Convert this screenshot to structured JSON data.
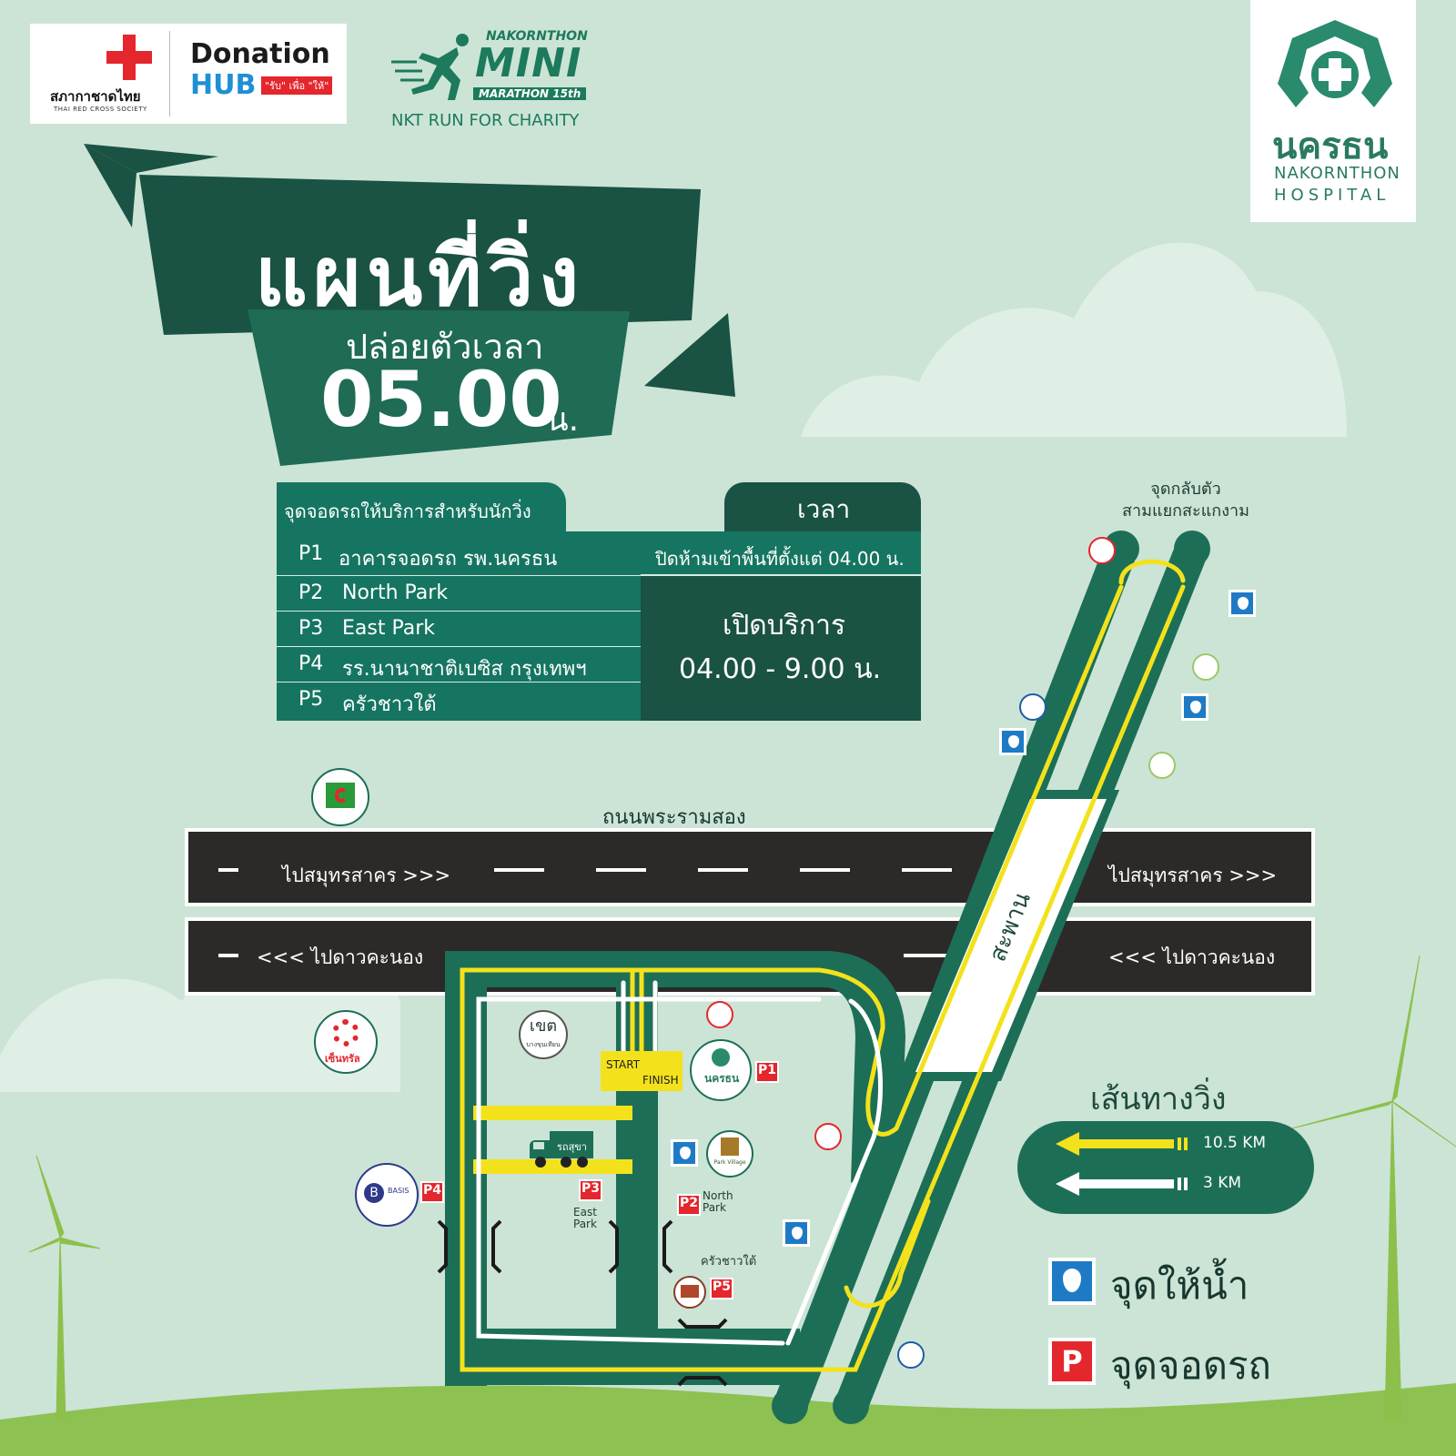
{
  "logos": {
    "redcross_name": "สภากาชาดไทย",
    "redcross_sub": "THAI RED CROSS SOCIETY",
    "donation_word": "Donation",
    "donation_hub": "HUB",
    "donation_tag": "\"รับ\" เพื่อ \"ให้\"",
    "marathon_top": "NAKORNTHON",
    "marathon_mini": "MINI",
    "marathon_sub": "MARATHON 15th",
    "marathon_charity": "NKT RUN FOR CHARITY",
    "hospital_thai": "นครธน",
    "hospital_en": "NAKORNTHON",
    "hospital_word": "HOSPITAL"
  },
  "banner": {
    "title": "แผนที่วิ่ง",
    "subtitle": "ปล่อยตัวเวลา",
    "time": "05.00",
    "unit": "น."
  },
  "parking_table": {
    "header": "จุดจอดรถให้บริการสำหรับนักวิ่ง",
    "time_header": "เวลา",
    "rows": [
      {
        "code": "P1",
        "name": "อาคารจอดรถ รพ.นครธน"
      },
      {
        "code": "P2",
        "name": "North Park"
      },
      {
        "code": "P3",
        "name": "East Park"
      },
      {
        "code": "P4",
        "name": "รร.นานาชาติเบซิส กรุงเทพฯ"
      },
      {
        "code": "P5",
        "name": "ครัวชาวใต้"
      }
    ],
    "closed_note": "ปิดห้ามเข้าพื้นที่ตั้งแต่ 04.00 น.",
    "open_label": "เปิดบริการ",
    "open_time": "04.00 - 9.00 น."
  },
  "map": {
    "road_name": "ถนนพระรามสอง",
    "dir_right_left": "ไปสมุทรสาคร >>>",
    "dir_right_right": "ไปสมุทรสาคร >>>",
    "dir_left_left": "<<< ไปดาวคะนอง",
    "dir_left_right": "<<< ไปดาวคะนอง",
    "bridge": "สะพาน",
    "uturn_1": "จุดกลับตัว",
    "uturn_2": "สามแยกสะแกงาม",
    "start": "START",
    "finish": "FINISH",
    "district_1": "เขต",
    "district_2": "บางขุนเทียน",
    "truck": "รถสุขา",
    "p1": "P1",
    "p2": "P2",
    "p3": "P3",
    "p4": "P4",
    "p5": "P5",
    "north_park_1": "North",
    "north_park_2": "Park",
    "east_park_1": "East",
    "east_park_2": "Park",
    "kitchen": "ครัวชาวใต้",
    "basis_1": "BASIS",
    "park_village": "Park Village",
    "central": "เซ็นทรัล",
    "hospital_mark": "นครธน"
  },
  "legend": {
    "title": "เส้นทางวิ่ง",
    "km_long": "10.5 KM",
    "km_short": "3 KM",
    "water": "จุดให้น้ำ",
    "parking": "จุดจอดรถ",
    "parking_icon": "P"
  },
  "colors": {
    "background": "#cde6d8",
    "dark_green": "#1a5244",
    "teal": "#157560",
    "route_yellow": "#f3e21b",
    "route_white": "#ffffff",
    "road": "#2b2a28",
    "red": "#e4262d",
    "water_blue": "#1f7ac6"
  },
  "icons": [
    "red-cross-icon",
    "runner-icon",
    "hospital-cross-icon",
    "water-drop-icon",
    "parking-icon",
    "wind-turbine-icon",
    "truck-icon",
    "cloud-icon"
  ]
}
